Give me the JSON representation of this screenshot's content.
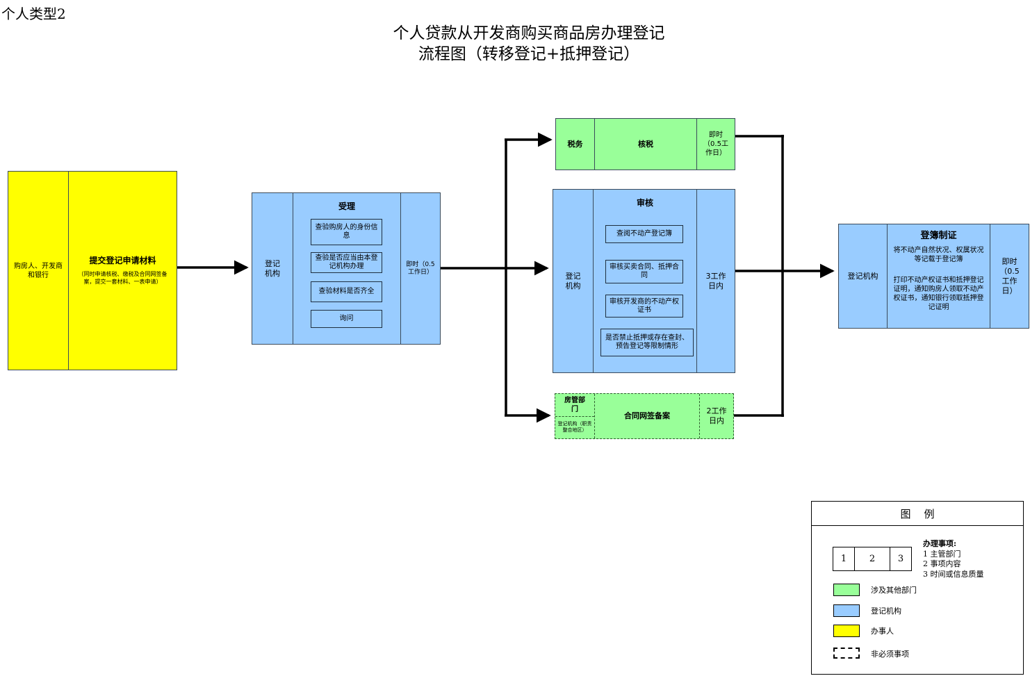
{
  "page": {
    "corner_label": "个人类型2",
    "title_line1": "个人贷款从开发商购买商品房办理登记",
    "title_line2": "流程图（转移登记+抵押登记）"
  },
  "colors": {
    "registry": "#99ccff",
    "other_dept": "#99ff99",
    "applicant": "#ffff00",
    "arrow": "#000000"
  },
  "nodes": {
    "applicant": {
      "role": "购房人、开发商和银行",
      "title": "提交登记申请材料",
      "note": "（同时申请核税、缴税及合同网签备案，提交一套材料、一表申请）"
    },
    "accept": {
      "dept": "登记机构",
      "title": "受理",
      "items": [
        "查验购房人的身份信息",
        "查验是否应当由本登记机构办理",
        "查验材料是否齐全",
        "询问"
      ],
      "time": "即时（0.5工作日）"
    },
    "tax": {
      "dept": "税务",
      "title": "核税",
      "time": "即时（0.5工作日）"
    },
    "review": {
      "dept": "登记机构",
      "title": "审核",
      "items": [
        "查阅不动产登记簿",
        "审核买卖合同、抵押合同",
        "审核开发商的不动产权证书",
        "是否禁止抵押或存在查封、预告登记等限制情形"
      ],
      "time": "3工作日内"
    },
    "contract": {
      "dept": "房管部门",
      "dept_alt": "登记机构（职责整合地区）",
      "title": "合同网签备案",
      "time": "2工作日内"
    },
    "certify": {
      "dept": "登记机构",
      "title": "登簿制证",
      "text1": "将不动产自然状况、权属状况等记载于登记簿",
      "text2": "打印不动产权证书和抵押登记证明，通知购房人领取不动产权证书，通知银行领取抵押登记证明",
      "time": "即时（0.5工作日）"
    }
  },
  "legend": {
    "title": "图    例",
    "boxes": [
      "1",
      "2",
      "3"
    ],
    "item_heading": "办理事项:",
    "item_lines": [
      "1 主管部门",
      "2 事项内容",
      "3 时间或信息质量"
    ],
    "green_label": "涉及其他部门",
    "blue_label": "登记机构",
    "yellow_label": "办事人",
    "dashed_label": "非必须事项"
  }
}
